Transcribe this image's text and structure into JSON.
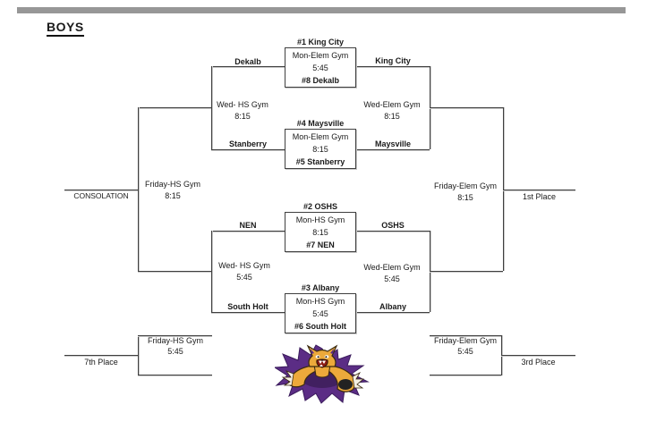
{
  "title": "BOYS",
  "colors": {
    "bar": "#979797",
    "line": "#3f3f3f",
    "text": "#1a1a1a"
  },
  "games": {
    "game1": {
      "seed_top": "#1 King City",
      "gym": "Mon-Elem Gym",
      "time": "5:45",
      "seed_bottom": "#8 Dekalb",
      "loser": "Dekalb",
      "winner": "King City"
    },
    "game2": {
      "seed_top": "#4 Maysville",
      "gym": "Mon-Elem Gym",
      "time": "8:15",
      "seed_bottom": "#5 Stanberry",
      "loser": "Stanberry",
      "winner": "Maysville"
    },
    "game3": {
      "seed_top": "#2 OSHS",
      "gym": "Mon-HS Gym",
      "time": "8:15",
      "seed_bottom": "#7 NEN",
      "loser": "NEN",
      "winner": "OSHS"
    },
    "game4": {
      "seed_top": "#3 Albany",
      "gym": "Mon-HS Gym",
      "time": "5:45",
      "seed_bottom": "#6 South Holt",
      "loser": "South Holt",
      "winner": "Albany"
    }
  },
  "semifinals": {
    "consolation_top": {
      "gym": "Wed- HS Gym",
      "time": "8:15"
    },
    "consolation_bottom": {
      "gym": "Wed- HS Gym",
      "time": "5:45"
    },
    "winners_top": {
      "gym": "Wed-Elem Gym",
      "time": "8:15"
    },
    "winners_bottom": {
      "gym": "Wed-Elem Gym",
      "time": "5:45"
    }
  },
  "finals": {
    "consolation": {
      "label": "CONSOLATION",
      "gym": "Friday-HS Gym",
      "time": "8:15"
    },
    "championship": {
      "label": "1st Place",
      "gym": "Friday-Elem Gym",
      "time": "8:15"
    },
    "seventh": {
      "label": "7th Place",
      "gym": "Friday-HS Gym",
      "time": "5:45"
    },
    "third": {
      "label": "3rd Place",
      "gym": "Friday-Elem Gym",
      "time": "5:45"
    }
  },
  "mascot": {
    "icon": "wildcat-mascot",
    "gold": "#ECA93B",
    "purple": "#5B2D85"
  }
}
